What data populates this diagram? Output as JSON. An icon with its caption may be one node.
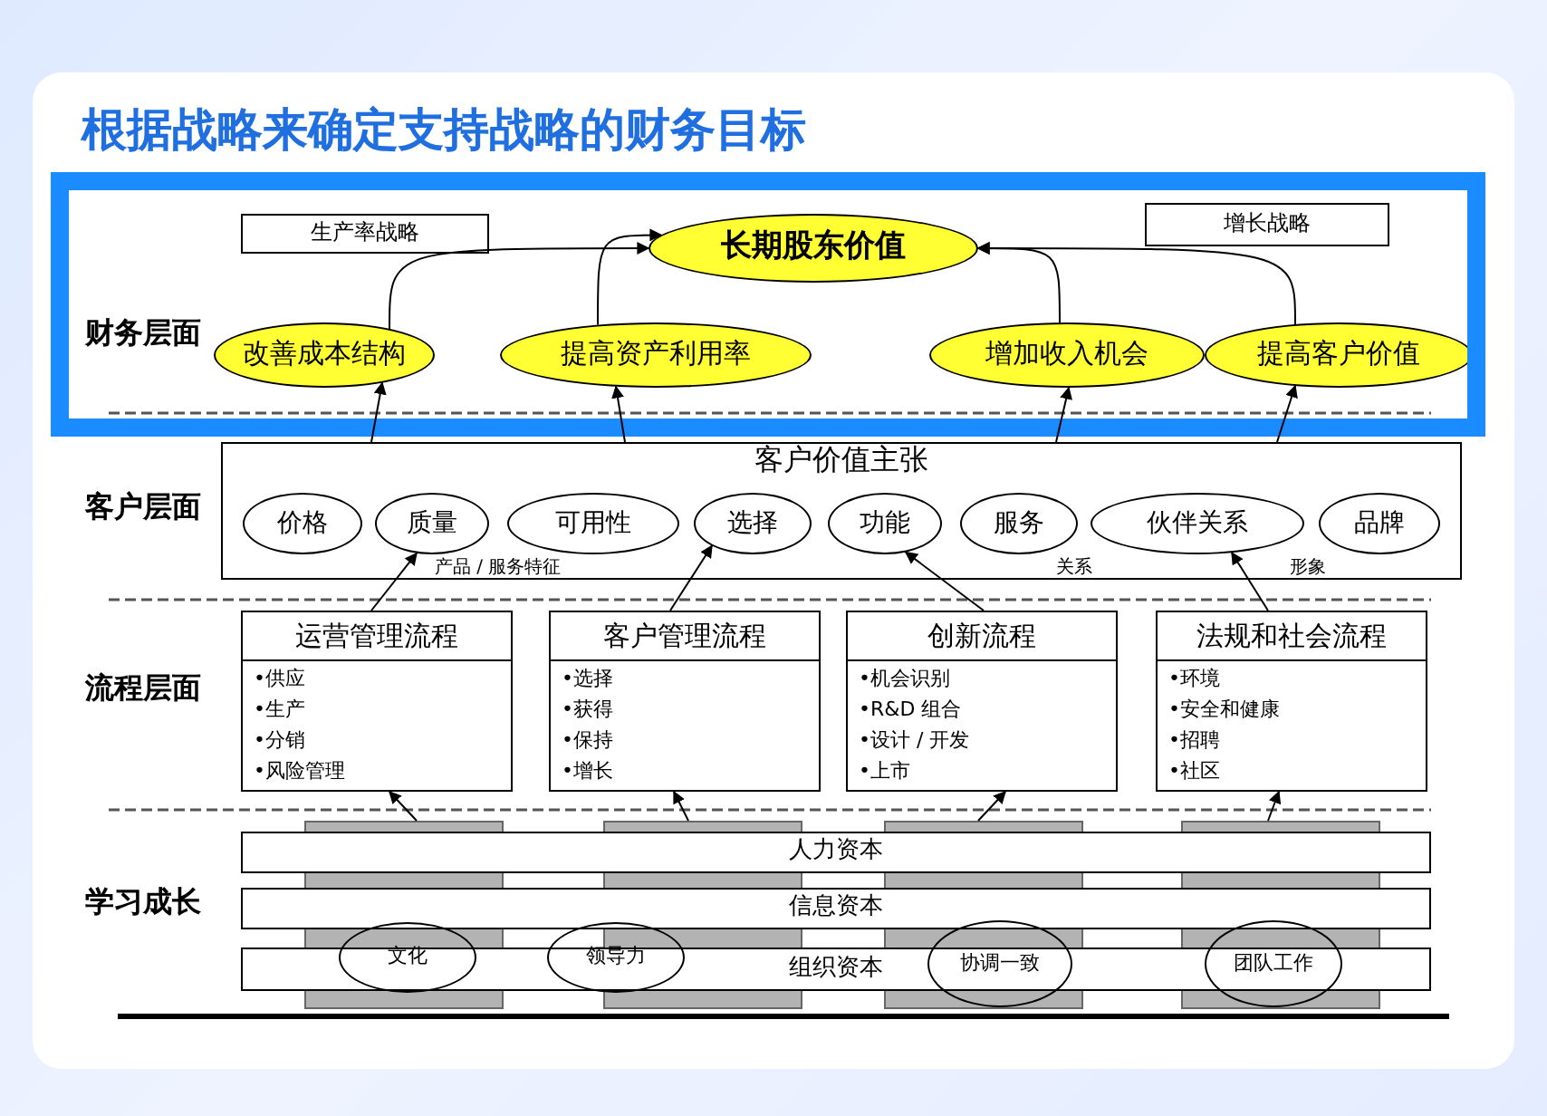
{
  "diagram": {
    "title": "根据战略来确定支持战略的财务目标",
    "nodes": [
      {
        "text": [
          "生产率战略"
        ]
      },
      {
        "text": [
          "长期股东价值"
        ]
      },
      {
        "text": [
          "增长战略"
        ]
      },
      {
        "text": [
          "改善成本结构"
        ]
      },
      {
        "text": [
          "提高资产利用率"
        ]
      },
      {
        "text": [
          "增加收入机会"
        ]
      },
      {
        "text": [
          "提高客户价值"
        ]
      },
      {
        "text": [
          "客户价值主张"
        ]
      },
      {
        "text": [
          "价格"
        ],
        "in": 7
      },
      {
        "text": [
          "质量"
        ],
        "in": 7
      },
      {
        "text": [
          "可用性"
        ],
        "in": 7
      },
      {
        "text": [
          "选择"
        ],
        "in": 7
      },
      {
        "text": [
          "功能"
        ],
        "in": 7
      },
      {
        "text": [
          "服务"
        ],
        "in": 7
      },
      {
        "text": [
          "伙伴关系"
        ],
        "in": 7
      },
      {
        "text": [
          "品牌"
        ],
        "in": 7
      },
      {
        "text": [
          "运营管理流程",
          "•供应",
          "•生产",
          "•分销",
          "•风险管理"
        ]
      },
      {
        "text": [
          "客户管理流程",
          "•选择",
          "•获得",
          "•保持",
          "•增长"
        ]
      },
      {
        "text": [
          "创新流程",
          "•机会识别",
          "•R&D 组合",
          "•设计 / 开发",
          "•上市"
        ]
      },
      {
        "text": [
          "法规和社会流程",
          "•环境",
          "•安全和健康",
          "•招聘",
          "•社区"
        ]
      },
      {
        "text": [],
        "shape": "bar"
      },
      {
        "text": [],
        "shape": "bar"
      },
      {
        "text": [],
        "shape": "bar"
      },
      {
        "text": [],
        "shape": "bar"
      },
      {
        "text": [
          "人力资本"
        ]
      },
      {
        "text": [
          "信息资本"
        ]
      },
      {
        "text": [
          "组织资本"
        ]
      },
      {
        "text": [
          "文化"
        ]
      },
      {
        "text": [
          "领导力"
        ]
      },
      {
        "text": [
          "协调一致"
        ]
      },
      {
        "text": [
          "团队工作"
        ]
      }
    ],
    "edges": [
      {
        "from": 3,
        "to": 1,
        "arrow": "to"
      },
      {
        "from": 4,
        "to": 1,
        "arrow": "to"
      },
      {
        "from": 5,
        "to": 1,
        "arrow": "to"
      },
      {
        "from": 6,
        "to": 1,
        "arrow": "to"
      },
      {
        "from": 7,
        "to": 3,
        "arrow": "to"
      },
      {
        "from": 7,
        "to": 4,
        "arrow": "to"
      },
      {
        "from": 7,
        "to": 5,
        "arrow": "to"
      },
      {
        "from": 7,
        "to": 6,
        "arrow": "to"
      },
      {
        "from": 16,
        "to": 9,
        "arrow": "to"
      },
      {
        "from": 17,
        "to": 11,
        "arrow": "to"
      },
      {
        "from": 18,
        "to": 12,
        "arrow": "to"
      },
      {
        "from": 19,
        "to": 14,
        "arrow": "to"
      },
      {
        "from": 20,
        "to": 16,
        "arrow": "to"
      },
      {
        "from": 21,
        "to": 17,
        "arrow": "to"
      },
      {
        "from": 22,
        "to": 18,
        "arrow": "to"
      },
      {
        "from": 23,
        "to": 19,
        "arrow": "to"
      }
    ],
    "labels": [
      "财务层面",
      "产品 / 服务特征",
      "关系",
      "形象",
      "客户层面",
      "流程层面",
      "学习成长"
    ]
  }
}
